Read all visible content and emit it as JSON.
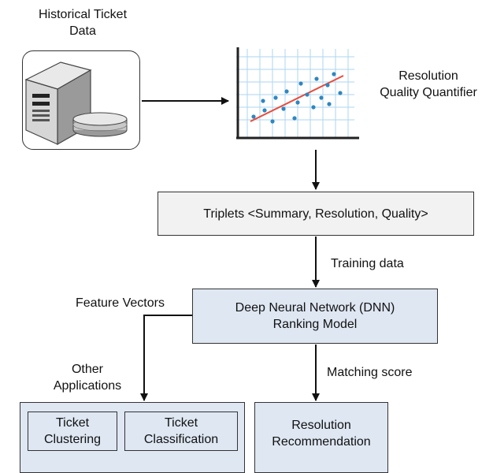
{
  "labels": {
    "historical_data": "Historical Ticket\nData",
    "quantifier": "Resolution\nQuality Quantifier",
    "triplets": "Triplets <Summary, Resolution, Quality>",
    "training_data": "Training data",
    "dnn": "Deep Neural Network (DNN)\nRanking Model",
    "feature_vectors": "Feature Vectors",
    "matching_score": "Matching score",
    "other_applications": "Other\nApplications",
    "ticket_clustering": "Ticket\nClustering",
    "ticket_classification": "Ticket\nClassification",
    "resolution_recommendation": "Resolution\nRecommendation"
  },
  "colors": {
    "gray_box": "#f2f2f2",
    "blue_box": "#dee7f2",
    "scatter_point": "#2e86c1",
    "trend_line": "#e74c3c",
    "grid": "#aed6f1"
  },
  "icons": {
    "data_source": "server-with-database-icon",
    "quantifier": "scatter-plot-icon"
  }
}
